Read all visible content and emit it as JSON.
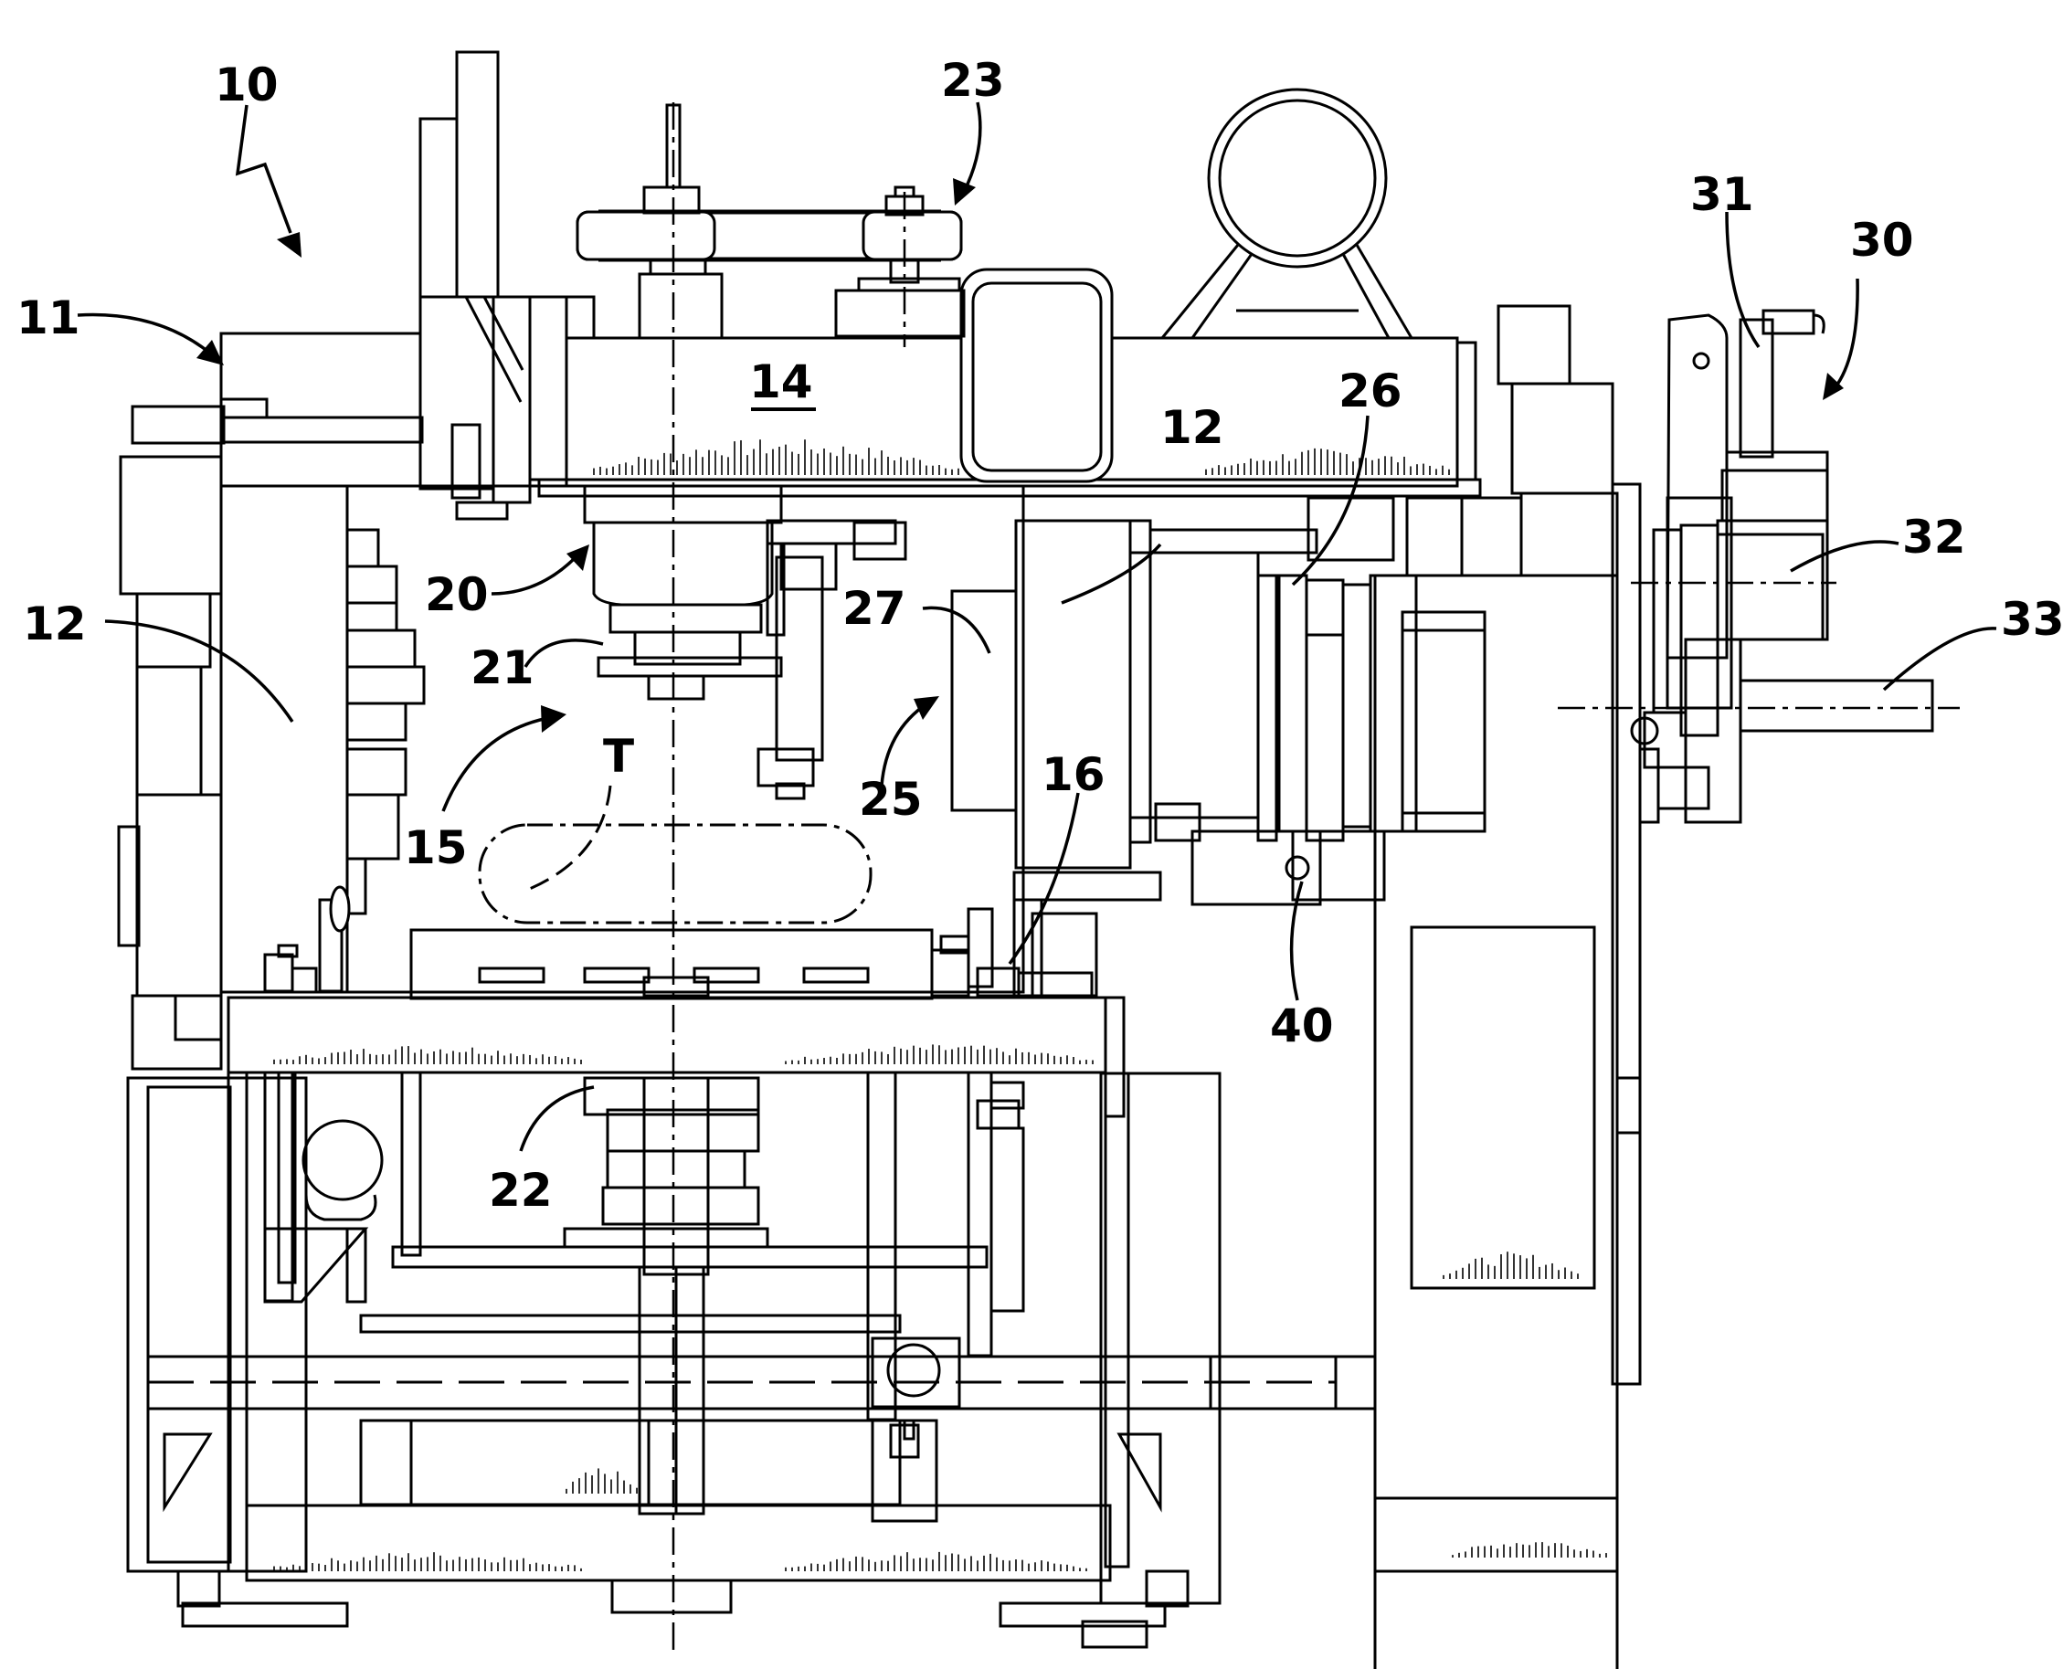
{
  "figure": {
    "labels": [
      {
        "id": "10",
        "text": "10"
      },
      {
        "id": "11",
        "text": "11"
      },
      {
        "id": "12a",
        "text": "12"
      },
      {
        "id": "12b",
        "text": "12"
      },
      {
        "id": "14",
        "text": "14"
      },
      {
        "id": "15",
        "text": "15"
      },
      {
        "id": "16",
        "text": "16"
      },
      {
        "id": "20",
        "text": "20"
      },
      {
        "id": "21",
        "text": "21"
      },
      {
        "id": "22",
        "text": "22"
      },
      {
        "id": "23",
        "text": "23"
      },
      {
        "id": "25",
        "text": "25"
      },
      {
        "id": "26",
        "text": "26"
      },
      {
        "id": "27",
        "text": "27"
      },
      {
        "id": "30",
        "text": "30"
      },
      {
        "id": "31",
        "text": "31"
      },
      {
        "id": "32",
        "text": "32"
      },
      {
        "id": "33",
        "text": "33"
      },
      {
        "id": "40",
        "text": "40"
      },
      {
        "id": "T",
        "text": "T"
      }
    ],
    "line_color": "#000000",
    "background_color": "#ffffff"
  }
}
